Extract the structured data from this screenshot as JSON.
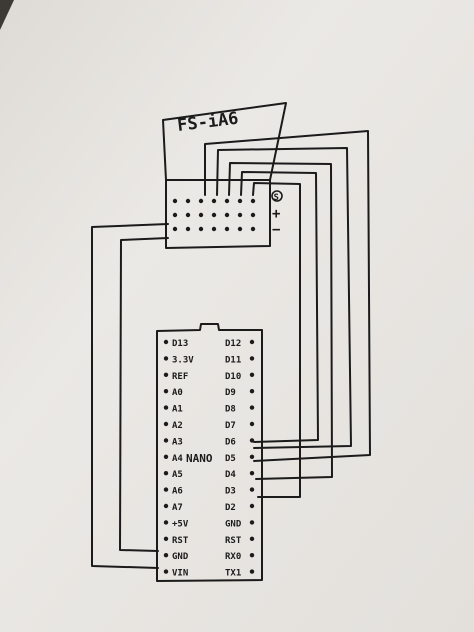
{
  "receiver": {
    "title": "FS-iA6",
    "signal_symbol": "S",
    "plus_symbol": "+",
    "minus_symbol": "−"
  },
  "nano": {
    "center_label": "NANO",
    "left_pins": [
      "D13",
      "3.3V",
      "REF",
      "A0",
      "A1",
      "A2",
      "A3",
      "A4",
      "A5",
      "A6",
      "A7",
      "+5V",
      "RST",
      "GND",
      "VIN"
    ],
    "right_pins": [
      "D12",
      "D11",
      "D10",
      "D9",
      "D8",
      "D7",
      "D6",
      "D5",
      "D4",
      "D3",
      "D2",
      "GND",
      "RST",
      "RX0",
      "TX1"
    ]
  },
  "colors": {
    "paper": "#ebe9e5",
    "ink": "#1b1b1b",
    "background": "#3d3a36"
  }
}
